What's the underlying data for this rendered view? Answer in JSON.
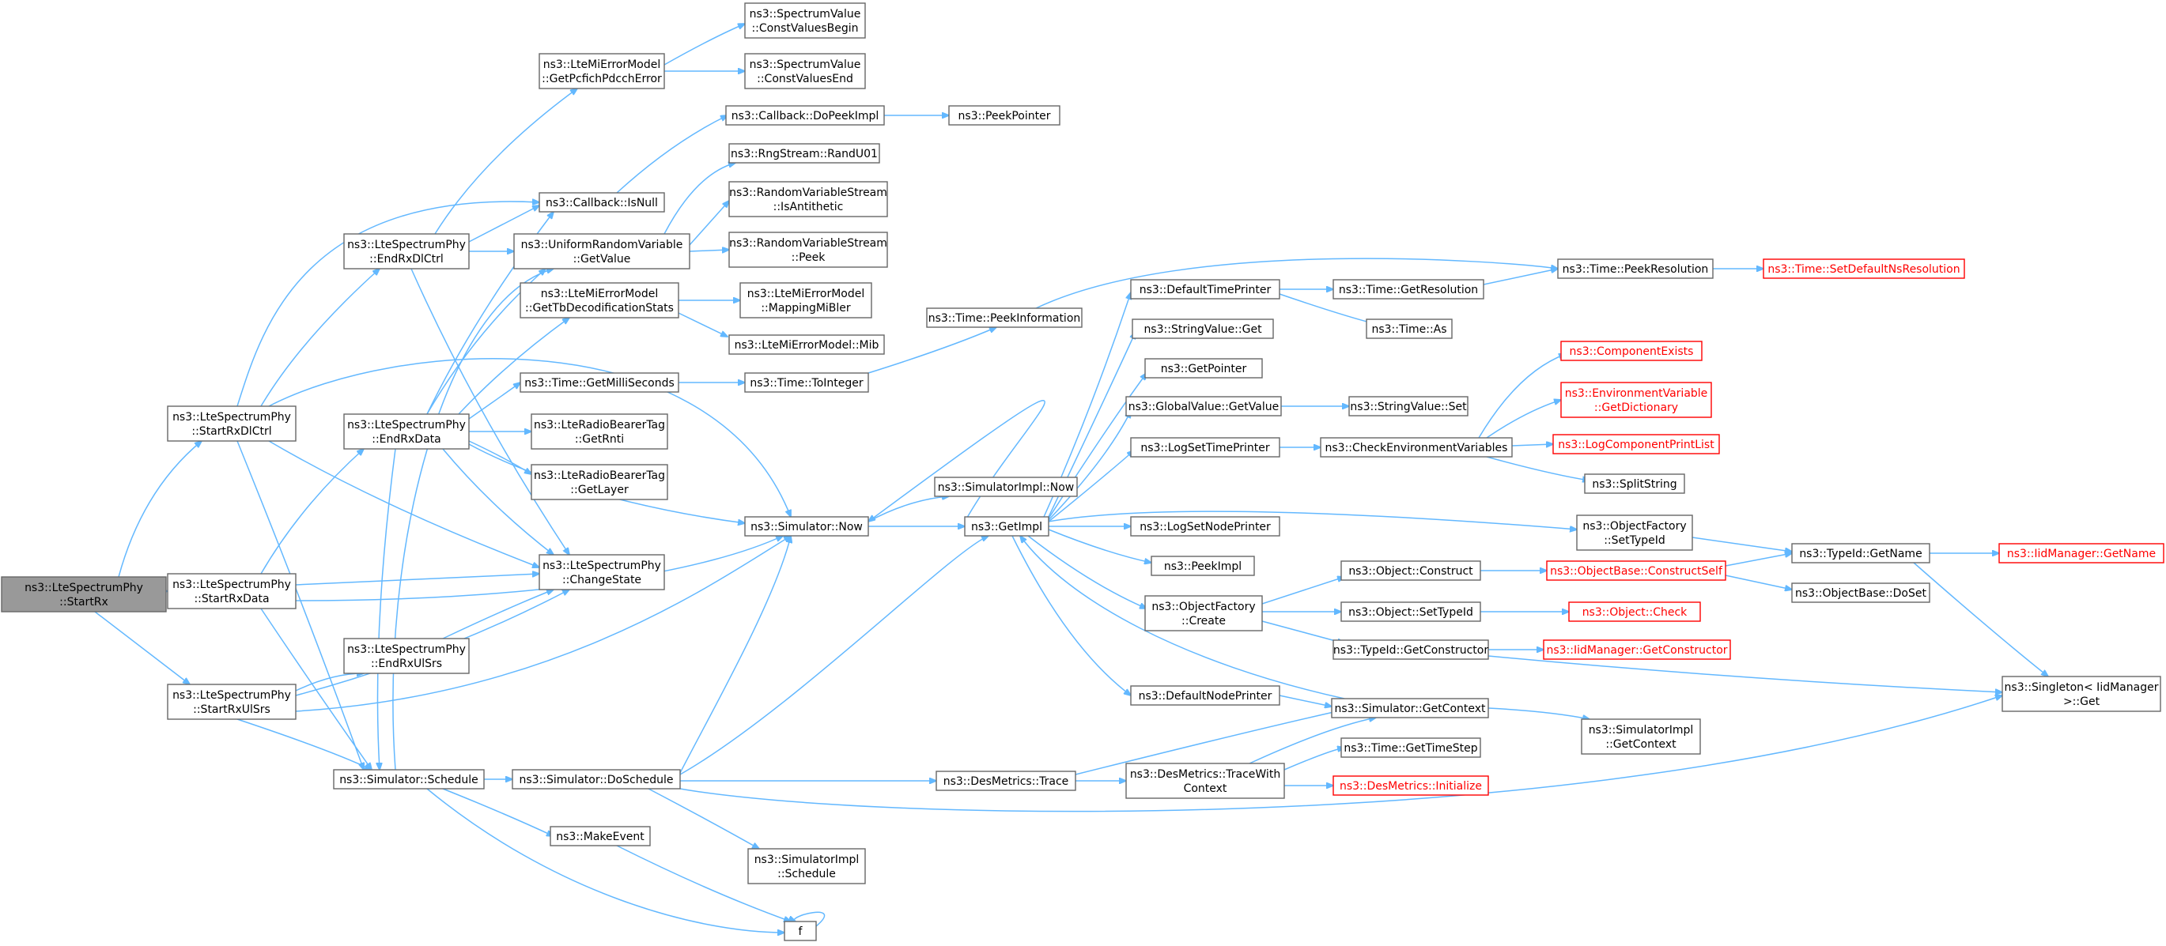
{
  "colors": {
    "edge": "#63b8ff",
    "border": "#666666",
    "incomplete": "#ff0000",
    "root_fill": "#999999"
  },
  "nodes": [
    {
      "id": "startrx",
      "lines": [
        "ns3::LteSpectrumPhy",
        "::StartRx"
      ],
      "root": true
    },
    {
      "id": "startrxdlctrl",
      "lines": [
        "ns3::LteSpectrumPhy",
        "::StartRxDlCtrl"
      ]
    },
    {
      "id": "startrxdata",
      "lines": [
        "ns3::LteSpectrumPhy",
        "::StartRxData"
      ]
    },
    {
      "id": "startrxulsrs",
      "lines": [
        "ns3::LteSpectrumPhy",
        "::StartRxUlSrs"
      ]
    },
    {
      "id": "endrxdlctrl",
      "lines": [
        "ns3::LteSpectrumPhy",
        "::EndRxDlCtrl"
      ]
    },
    {
      "id": "endrxdata",
      "lines": [
        "ns3::LteSpectrumPhy",
        "::EndRxData"
      ]
    },
    {
      "id": "endrxulsrs",
      "lines": [
        "ns3::LteSpectrumPhy",
        "::EndRxUlSrs"
      ]
    },
    {
      "id": "schedule",
      "lines": [
        "ns3::Simulator::Schedule"
      ]
    },
    {
      "id": "getpcfich",
      "lines": [
        "ns3::LteMiErrorModel",
        "::GetPcfichPdcchError"
      ]
    },
    {
      "id": "callbackisnull",
      "lines": [
        "ns3::Callback::IsNull"
      ]
    },
    {
      "id": "urvgetvalue",
      "lines": [
        "ns3::UniformRandomVariable",
        "::GetValue"
      ]
    },
    {
      "id": "gettbdecod",
      "lines": [
        "ns3::LteMiErrorModel",
        "::GetTbDecodificationStats"
      ]
    },
    {
      "id": "getmilliseconds",
      "lines": [
        "ns3::Time::GetMilliSeconds"
      ]
    },
    {
      "id": "getrnti",
      "lines": [
        "ns3::LteRadioBearerTag",
        "::GetRnti"
      ]
    },
    {
      "id": "getlayer",
      "lines": [
        "ns3::LteRadioBearerTag",
        "::GetLayer"
      ]
    },
    {
      "id": "changestate",
      "lines": [
        "ns3::LteSpectrumPhy",
        "::ChangeState"
      ]
    },
    {
      "id": "doschedule",
      "lines": [
        "ns3::Simulator::DoSchedule"
      ]
    },
    {
      "id": "makeevent",
      "lines": [
        "ns3::MakeEvent"
      ]
    },
    {
      "id": "cvbegin",
      "lines": [
        "ns3::SpectrumValue",
        "::ConstValuesBegin"
      ]
    },
    {
      "id": "cvend",
      "lines": [
        "ns3::SpectrumValue",
        "::ConstValuesEnd"
      ]
    },
    {
      "id": "dopeekimpl",
      "lines": [
        "ns3::Callback::DoPeekImpl"
      ]
    },
    {
      "id": "randu01",
      "lines": [
        "ns3::RngStream::RandU01"
      ]
    },
    {
      "id": "isantithetic",
      "lines": [
        "ns3::RandomVariableStream",
        "::IsAntithetic"
      ]
    },
    {
      "id": "rvspeek",
      "lines": [
        "ns3::RandomVariableStream",
        "::Peek"
      ]
    },
    {
      "id": "mappingmibler",
      "lines": [
        "ns3::LteMiErrorModel",
        "::MappingMiBler"
      ]
    },
    {
      "id": "mib",
      "lines": [
        "ns3::LteMiErrorModel::Mib"
      ]
    },
    {
      "id": "tointeger",
      "lines": [
        "ns3::Time::ToInteger"
      ]
    },
    {
      "id": "simnow",
      "lines": [
        "ns3::Simulator::Now"
      ]
    },
    {
      "id": "simimplschedule",
      "lines": [
        "ns3::SimulatorImpl",
        "::Schedule"
      ]
    },
    {
      "id": "f",
      "lines": [
        "f"
      ]
    },
    {
      "id": "peekpointer",
      "lines": [
        "ns3::PeekPointer"
      ]
    },
    {
      "id": "peekinformation",
      "lines": [
        "ns3::Time::PeekInformation"
      ]
    },
    {
      "id": "simimplnow",
      "lines": [
        "ns3::SimulatorImpl::Now"
      ]
    },
    {
      "id": "getimpl",
      "lines": [
        "ns3::GetImpl"
      ]
    },
    {
      "id": "desmetricstrace",
      "lines": [
        "ns3::DesMetrics::Trace"
      ]
    },
    {
      "id": "defaulttimeprinter",
      "lines": [
        "ns3::DefaultTimePrinter"
      ]
    },
    {
      "id": "stringvalueget",
      "lines": [
        "ns3::StringValue::Get"
      ]
    },
    {
      "id": "getpointer",
      "lines": [
        "ns3::GetPointer"
      ]
    },
    {
      "id": "globalvaluegetvalue",
      "lines": [
        "ns3::GlobalValue::GetValue"
      ]
    },
    {
      "id": "logsettimeprinter",
      "lines": [
        "ns3::LogSetTimePrinter"
      ]
    },
    {
      "id": "logsetnodeprinter",
      "lines": [
        "ns3::LogSetNodePrinter"
      ]
    },
    {
      "id": "peekimpl",
      "lines": [
        "ns3::PeekImpl"
      ]
    },
    {
      "id": "ofcreate",
      "lines": [
        "ns3::ObjectFactory",
        "::Create"
      ]
    },
    {
      "id": "defaultnodeprinter",
      "lines": [
        "ns3::DefaultNodePrinter"
      ]
    },
    {
      "id": "tracewithcontext",
      "lines": [
        "ns3::DesMetrics::TraceWith",
        "Context"
      ]
    },
    {
      "id": "getresolution",
      "lines": [
        "ns3::Time::GetResolution"
      ]
    },
    {
      "id": "timeas",
      "lines": [
        "ns3::Time::As"
      ]
    },
    {
      "id": "stringvalueset",
      "lines": [
        "ns3::StringValue::Set"
      ]
    },
    {
      "id": "checkenv",
      "lines": [
        "ns3::CheckEnvironmentVariables"
      ]
    },
    {
      "id": "objectconstruct",
      "lines": [
        "ns3::Object::Construct"
      ]
    },
    {
      "id": "objectsettypeid",
      "lines": [
        "ns3::Object::SetTypeId"
      ]
    },
    {
      "id": "typeidgetconstructor",
      "lines": [
        "ns3::TypeId::GetConstructor"
      ]
    },
    {
      "id": "simgetcontext",
      "lines": [
        "ns3::Simulator::GetContext"
      ]
    },
    {
      "id": "gettimestep",
      "lines": [
        "ns3::Time::GetTimeStep"
      ]
    },
    {
      "id": "desinitialize",
      "lines": [
        "ns3::DesMetrics::Initialize"
      ],
      "red": true
    },
    {
      "id": "peekresolution",
      "lines": [
        "ns3::Time::PeekResolution"
      ]
    },
    {
      "id": "componentexists",
      "lines": [
        "ns3::ComponentExists"
      ],
      "red": true
    },
    {
      "id": "envgetdictionary",
      "lines": [
        "ns3::EnvironmentVariable",
        "::GetDictionary"
      ],
      "red": true
    },
    {
      "id": "logcomponentprintlist",
      "lines": [
        "ns3::LogComponentPrintList"
      ],
      "red": true
    },
    {
      "id": "splitstring",
      "lines": [
        "ns3::SplitString"
      ]
    },
    {
      "id": "ofsettypeid",
      "lines": [
        "ns3::ObjectFactory",
        "::SetTypeId"
      ]
    },
    {
      "id": "constructself",
      "lines": [
        "ns3::ObjectBase::ConstructSelf"
      ],
      "red": true
    },
    {
      "id": "objectcheck",
      "lines": [
        "ns3::Object::Check"
      ],
      "red": true
    },
    {
      "id": "iidgetconstructor",
      "lines": [
        "ns3::IidManager::GetConstructor"
      ],
      "red": true
    },
    {
      "id": "simimplgetcontext",
      "lines": [
        "ns3::SimulatorImpl",
        "::GetContext"
      ]
    },
    {
      "id": "setdefaultnsresolution",
      "lines": [
        "ns3::Time::SetDefaultNsResolution"
      ],
      "red": true
    },
    {
      "id": "typeidgetname",
      "lines": [
        "ns3::TypeId::GetName"
      ]
    },
    {
      "id": "objectbasedoset",
      "lines": [
        "ns3::ObjectBase::DoSet"
      ]
    },
    {
      "id": "singletonget",
      "lines": [
        "ns3::Singleton< IidManager",
        ">::Get"
      ]
    },
    {
      "id": "iidgetname",
      "lines": [
        "ns3::IidManager::GetName"
      ],
      "red": true
    }
  ]
}
